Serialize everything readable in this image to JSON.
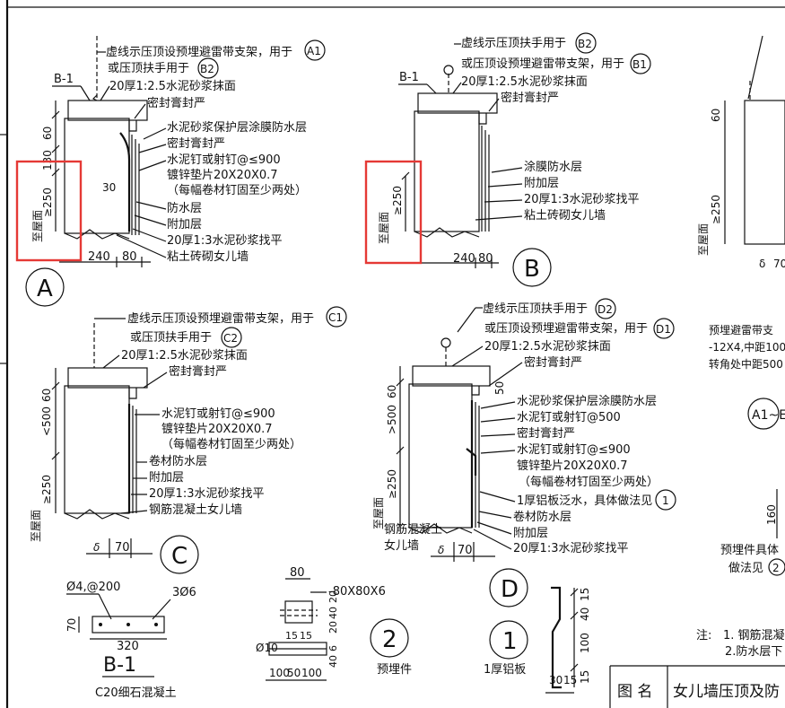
{
  "detail_a": {
    "leaders": [
      "虚线示压顶设预埋避雷带支架，用于",
      "或压顶扶手用于",
      "20厚1:2.5水泥砂浆抹面",
      "密封膏封严",
      "水泥砂浆保护层涂膜防水层",
      "密封膏封严",
      "水泥钉或射钉@≤900",
      "镀锌垫片20X20X0.7",
      "（每幅卷材钉固至少两处）",
      "防水层",
      "附加层",
      "20厚1:3水泥砂浆找平",
      "粘土砖砌女儿墙"
    ],
    "refs": [
      "A1",
      "B2"
    ],
    "section_label": "B-1",
    "dims_v": [
      "60",
      "130",
      "≥250"
    ],
    "dim_inner": "30",
    "floor_label": "至屋面",
    "dims_h": [
      "240",
      "80"
    ],
    "mark": "A"
  },
  "detail_b": {
    "leaders": [
      "虚线示压顶扶手用于",
      "或压顶设预埋避雷带支架，用于",
      "20厚1:2.5水泥砂浆抹面",
      "密封膏封严",
      "涂膜防水层",
      "附加层",
      "20厚1:3水泥砂浆找平",
      "粘土砖砌女儿墙"
    ],
    "refs": [
      "B2",
      "B1"
    ],
    "section_label": "B-1",
    "dims_v": [
      "≥250"
    ],
    "floor_label": "至屋面",
    "dims_h": [
      "240",
      "80"
    ],
    "mark": "B"
  },
  "detail_c": {
    "leaders": [
      "虚线示压顶设预埋避雷带支架，用于",
      "或压顶扶手用于",
      "20厚1:2.5水泥砂浆抹面",
      "密封膏封严",
      "水泥钉或射钉@≤900",
      "镀锌垫片20X20X0.7",
      "（每幅卷材钉固至少两处）",
      "卷材防水层",
      "附加层",
      "20厚1:3水泥砂浆找平",
      "钢筋混凝土女儿墙"
    ],
    "refs": [
      "C1",
      "C2"
    ],
    "dims_v": [
      "60",
      "<500",
      "≥250"
    ],
    "floor_label": "至屋面",
    "dims_h": [
      "δ",
      "70"
    ],
    "mark": "C"
  },
  "detail_d": {
    "leaders": [
      "虚线示压顶扶手用于",
      "或压顶设预埋避雷带支架，用于",
      "20厚1:2.5水泥砂浆抹面",
      "密封膏封严",
      "水泥砂浆保护层涂膜防水层",
      "水泥钉或射钉@500",
      "密封膏封严",
      "水泥钉或射钉@≤900",
      "镀锌垫片20X20X0.7",
      "（每幅卷材钉固至少两处）",
      "1厚铝板泛水，具体做法见",
      "卷材防水层",
      "附加层",
      "20厚1:3水泥砂浆找平"
    ],
    "refs": [
      "D2",
      "D1",
      "1"
    ],
    "wall_label": [
      "钢筋混凝土",
      "女儿墙"
    ],
    "dims_v": [
      "60",
      "50",
      ">500",
      "≥250"
    ],
    "floor_label": "至屋面",
    "dims_h": [
      "δ",
      "70"
    ],
    "mark": "D"
  },
  "detail_e_partial": {
    "dims_v": [
      "60",
      "≥250"
    ],
    "floor_label": "至屋面",
    "dims_h": [
      "δ",
      "70"
    ],
    "notes": [
      "预埋避雷带支",
      "-12X4,中距100",
      "转角处中距500"
    ],
    "ref": "A1~E",
    "dim_160": "160",
    "embed_note": [
      "预埋件具体",
      "做法见",
      "2"
    ]
  },
  "b1_detail": {
    "rebar": "Ø4,@200",
    "bars": "3Ø6",
    "dim_h": "70",
    "dim_w": "320",
    "title": "B-1",
    "caption": "C20细石混凝土"
  },
  "embed_detail": {
    "dim_top": "80",
    "plate": "-80X80X6",
    "dims_small": [
      "15",
      "15"
    ],
    "dims_v": [
      "20",
      "40",
      "20"
    ],
    "rod": "Ø10",
    "dims_v2": [
      "40",
      "6"
    ],
    "dims_bottom": [
      "100",
      "50",
      "100"
    ],
    "mark": "2",
    "caption": "预埋件"
  },
  "al_detail": {
    "mark": "1",
    "caption": "1厚铝板",
    "dims_v": [
      "15",
      "40",
      "100",
      "15"
    ],
    "dims_h": [
      "30",
      "15"
    ]
  },
  "notes_block": {
    "label": "注:",
    "items": [
      "1. 钢筋混凝",
      "2.防水层下"
    ]
  },
  "title_block": {
    "label": "图 名",
    "title": "女儿墙压顶及防"
  },
  "highlight_color": "#e53935"
}
